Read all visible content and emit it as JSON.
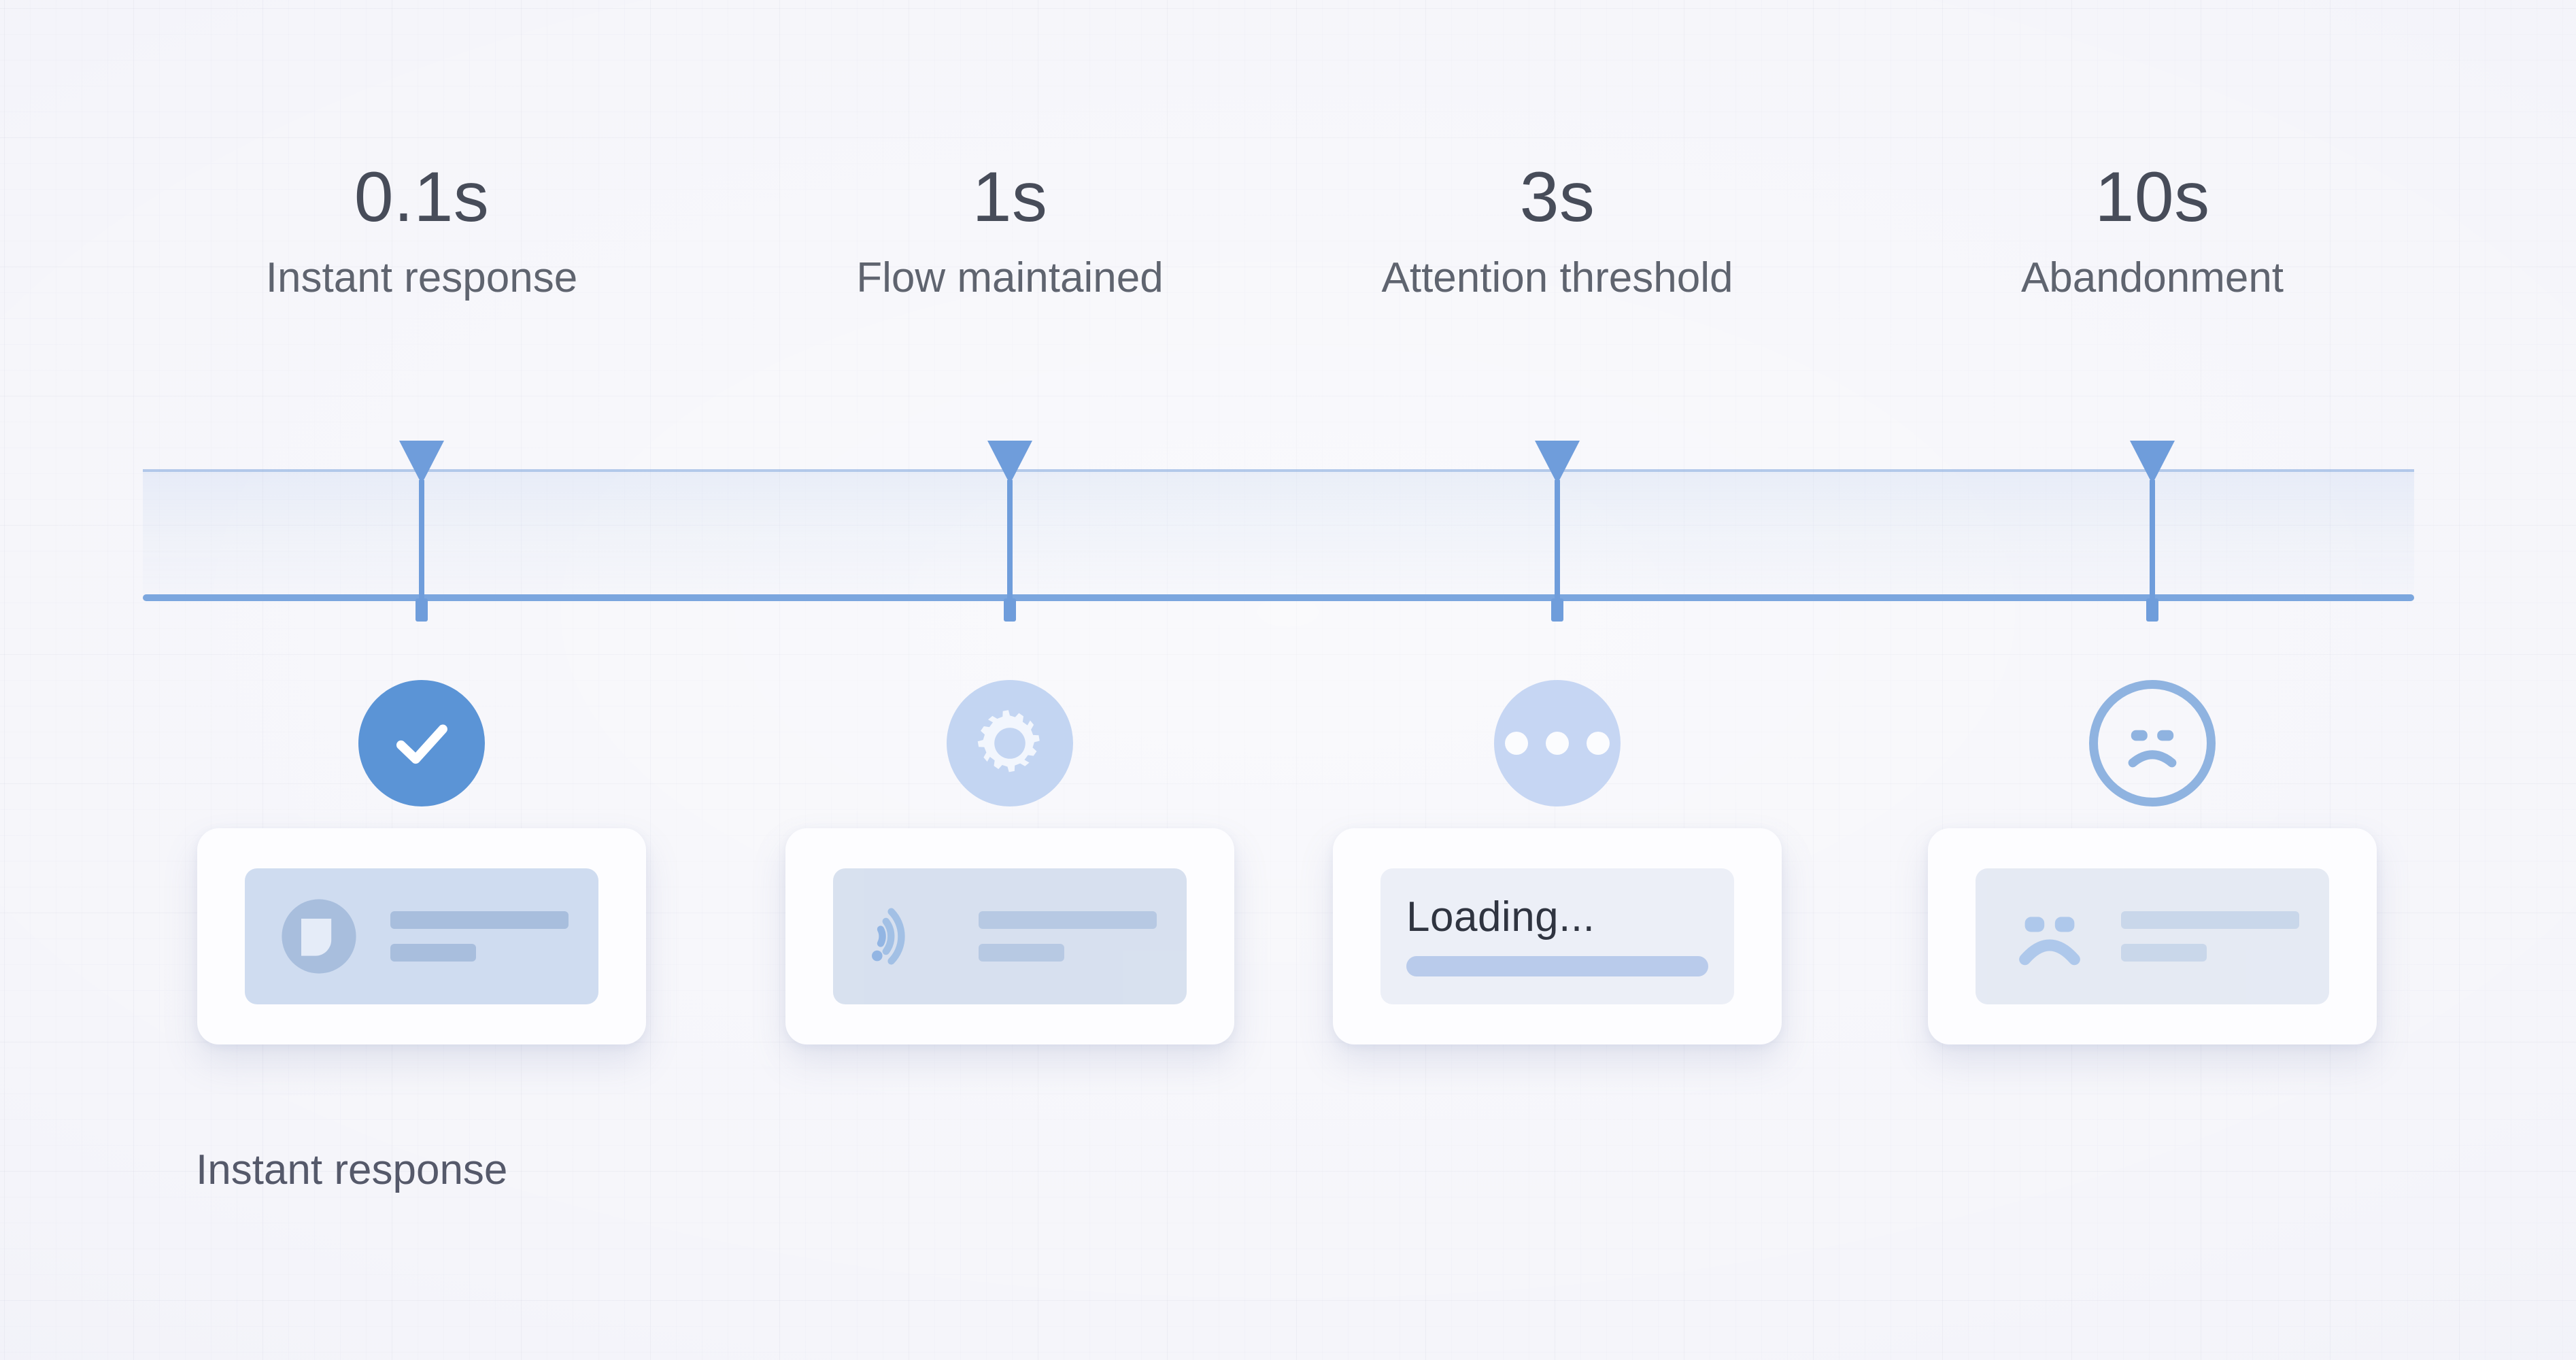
{
  "background": {
    "color": "#f3f3f9",
    "grid": true
  },
  "theme": {
    "accent": "#5b94d6",
    "accent_light": "#c3d5f2",
    "axis": "#7ba6de",
    "marker": "#6f9ddb",
    "text_primary": "#474c59",
    "text_secondary": "#5f646f",
    "card_bg": "#fdfdff",
    "card_inner": "#cfdcf0"
  },
  "timeline": {
    "axis_label": "response-time-axis",
    "stages": [
      {
        "time": "0.1s",
        "description": "Instant response",
        "icon": "check-circle-icon",
        "icon_style": "solid",
        "card": {
          "type": "content",
          "icon": "avatar-badge-icon",
          "lines": 2,
          "text": ""
        }
      },
      {
        "time": "1s",
        "description": "Flow maintained",
        "icon": "spinner-gear-icon",
        "icon_style": "light",
        "card": {
          "type": "content",
          "icon": "signal-waves-icon",
          "lines": 2,
          "text": ""
        }
      },
      {
        "time": "3s",
        "description": "Attention threshold",
        "icon": "ellipsis-circle-icon",
        "icon_style": "light",
        "card": {
          "type": "loading",
          "icon": "progress-bar-icon",
          "lines": 0,
          "text": "Loading..."
        }
      },
      {
        "time": "10s",
        "description": "Abandonment",
        "icon": "frowning-face-icon",
        "icon_style": "outline",
        "card": {
          "type": "content",
          "icon": "sad-face-icon",
          "lines": 2,
          "text": ""
        }
      }
    ]
  },
  "caption": {
    "text": "Instant response"
  }
}
